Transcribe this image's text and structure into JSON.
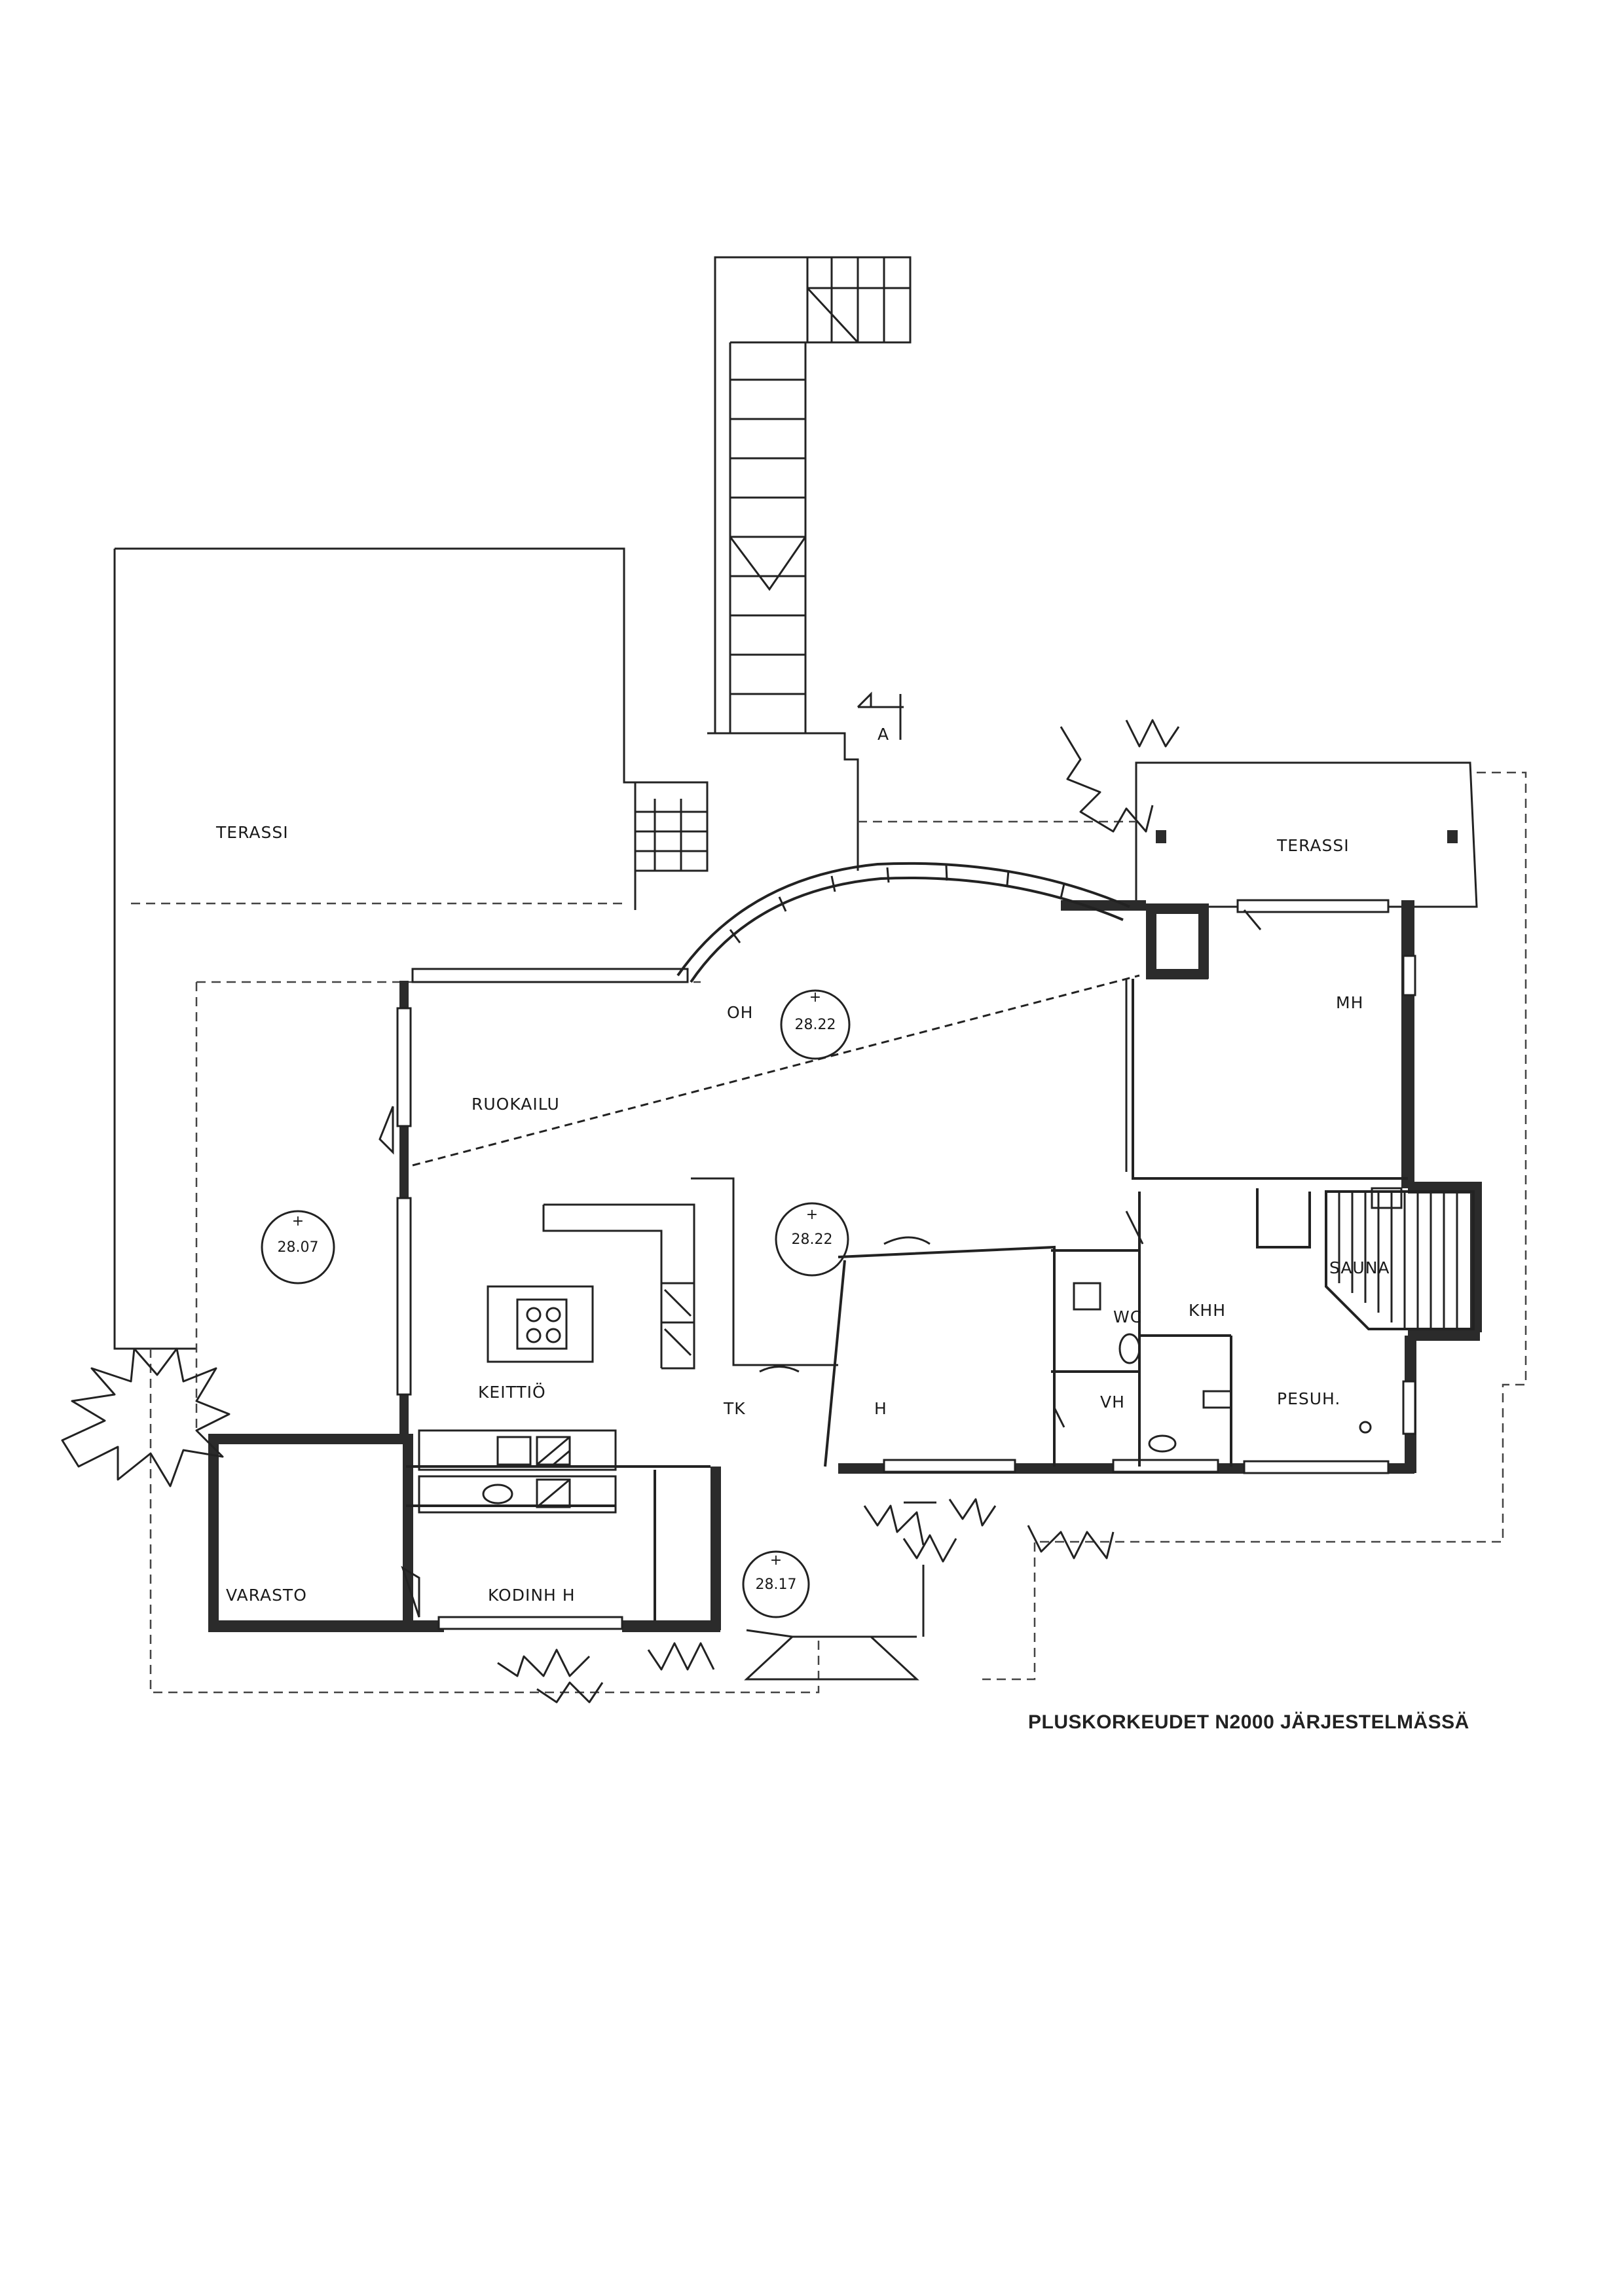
{
  "rooms": {
    "terassi_west": "TERASSI",
    "terassi_east": "TERASSI",
    "oh": "OH",
    "ruokailu": "RUOKAILU",
    "mh": "MH",
    "keittio": "KEITTIÖ",
    "tk": "TK",
    "h": "H",
    "wc": "WC",
    "khh": "KHH",
    "sauna": "SAUNA",
    "vh": "VH",
    "pesuh": "PESUH.",
    "varasto": "VARASTO",
    "kodinh": "KODINH H"
  },
  "levels": {
    "oh_level": "28.22",
    "kitchen_level": "28.22",
    "west_level": "28.07",
    "entry_level": "28.17"
  },
  "section_marker": "A",
  "caption": "PLUSKORKEUDET N2000 JÄRJESTELMÄSSÄ"
}
